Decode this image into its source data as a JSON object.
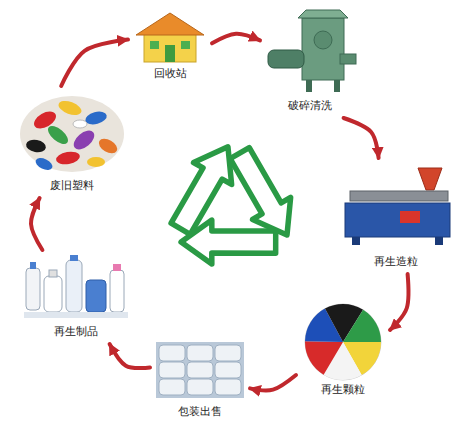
{
  "diagram": {
    "nodes": [
      {
        "text": [
          "回收站"
        ]
      },
      {
        "text": [
          "破碎清洗"
        ]
      },
      {
        "text": [
          "再生造粒"
        ]
      },
      {
        "text": [
          "再生颗粒"
        ]
      },
      {
        "text": [
          "包装出售"
        ]
      },
      {
        "text": [
          "再生制品"
        ]
      },
      {
        "text": [
          "废旧塑料"
        ]
      }
    ],
    "edges": [
      {
        "from": 0,
        "to": 1,
        "arrow": "to"
      },
      {
        "from": 1,
        "to": 2,
        "arrow": "to"
      },
      {
        "from": 2,
        "to": 3,
        "arrow": "to"
      },
      {
        "from": 3,
        "to": 4,
        "arrow": "to"
      },
      {
        "from": 4,
        "to": 5,
        "arrow": "to"
      },
      {
        "from": 5,
        "to": 6,
        "arrow": "to"
      },
      {
        "from": 6,
        "to": 0,
        "arrow": "to"
      }
    ]
  }
}
